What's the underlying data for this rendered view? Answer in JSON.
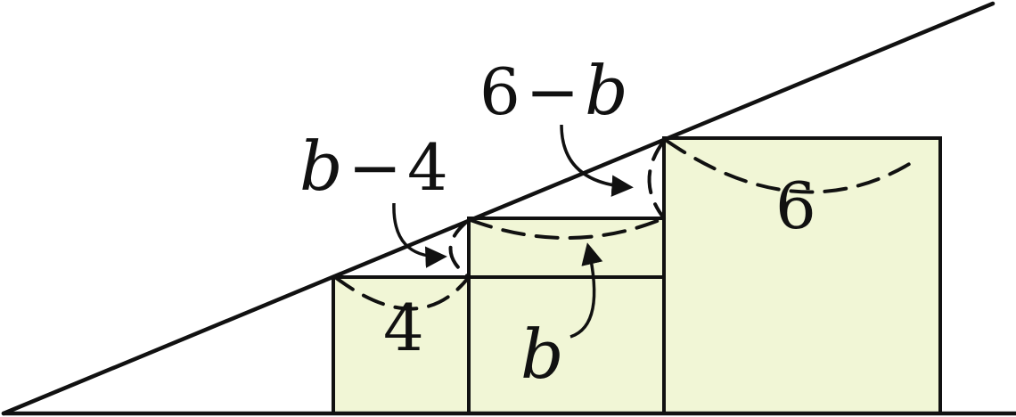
{
  "colors": {
    "square_fill": "#f1f6d6",
    "line": "#111111",
    "background": "#ffffff"
  },
  "labels": {
    "small_square": "4",
    "middle_square": "b",
    "large_square": "6",
    "gap_left": {
      "var": "b",
      "op": "−",
      "num": "4"
    },
    "gap_right": {
      "num": "6",
      "op": "−",
      "var": "b"
    }
  }
}
